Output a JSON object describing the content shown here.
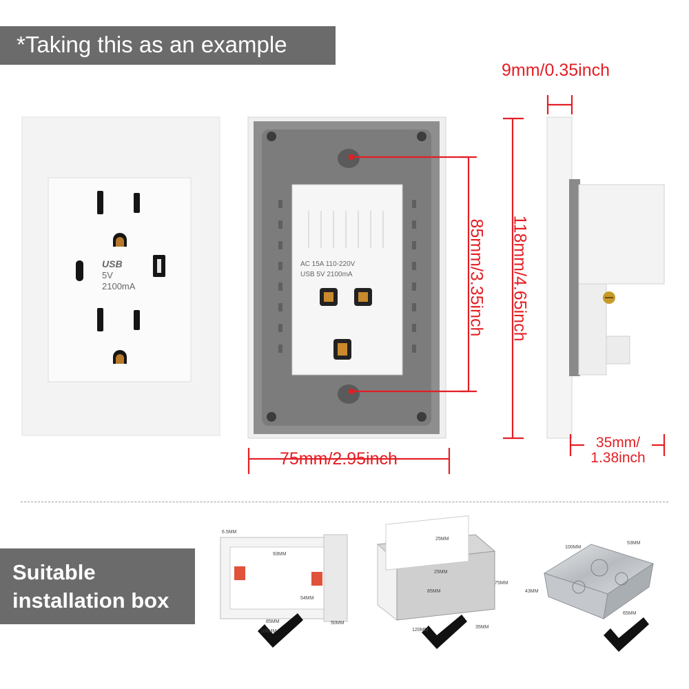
{
  "banners": {
    "top": "*Taking this as an example",
    "bottom_line1": "Suitable",
    "bottom_line2": "installation box"
  },
  "front_plate": {
    "usb_logo": "USB",
    "voltage": "5V",
    "current": "2100mA"
  },
  "back_plate": {
    "spec_line1": "AC 15A 110-220V",
    "spec_line2": "USB 5V 2100mA"
  },
  "dimensions": {
    "depth_top": "9mm/0.35inch",
    "screw_spacing": "85mm/3.35inch",
    "height": "118mm/4.65inch",
    "width": "75mm/2.95inch",
    "depth_body_line1": "35mm/",
    "depth_body_line2": "1.38inch"
  },
  "boxes": [
    {
      "labels": [
        "6.5MM",
        "93MM",
        "54MM",
        "85MM",
        "106MM",
        "50MM"
      ]
    },
    {
      "labels": [
        "25MM",
        "25MM",
        "85MM",
        "75MM",
        "120MM",
        "35MM"
      ]
    },
    {
      "labels": [
        "100MM",
        "53MM",
        "43MM",
        "65MM"
      ]
    }
  ],
  "colors": {
    "dimension": "#e31e24",
    "banner": "#6b6b6b",
    "check": "#111111"
  }
}
